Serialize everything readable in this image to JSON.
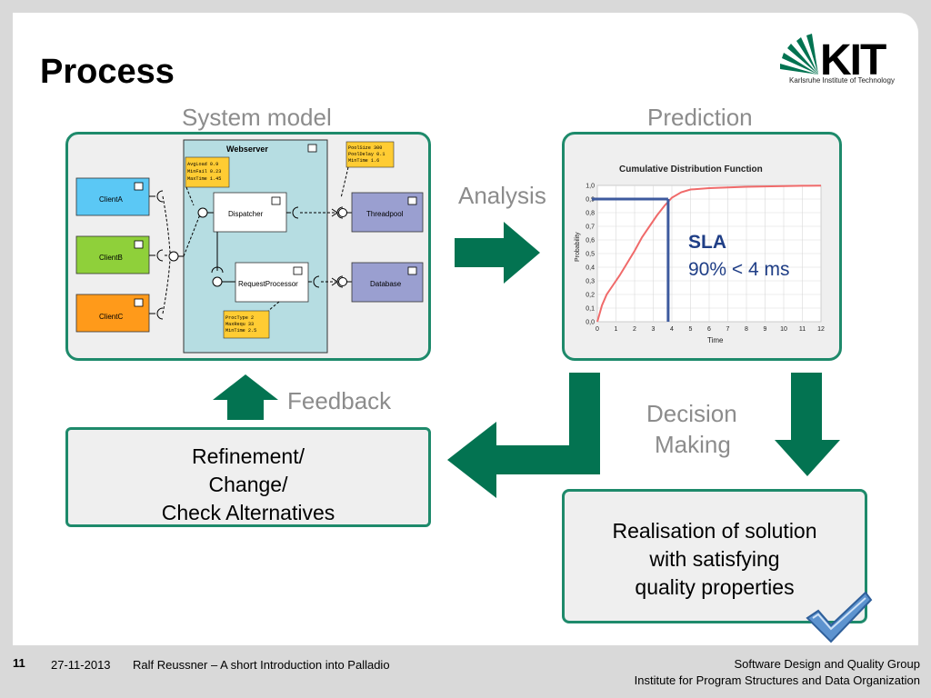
{
  "slide": {
    "title": "Process",
    "logo": {
      "text": "KIT",
      "subtitle": "Karlsruhe Institute of Technology"
    }
  },
  "labels": {
    "system_model": "System model",
    "prediction": "Prediction",
    "analysis": "Analysis",
    "feedback": "Feedback",
    "decision_making_line1": "Decision",
    "decision_making_line2": "Making"
  },
  "system_model": {
    "webserver": "Webserver",
    "clients": [
      "ClientA",
      "ClientB",
      "ClientC"
    ],
    "dispatcher": "Dispatcher",
    "request_processor": "RequestProcessor",
    "threadpool": "Threadpool",
    "database": "Database",
    "note_webserver": [
      "AvgLoad 0.9",
      "MinFail 0.23",
      "MaxTime 1.45"
    ],
    "note_threadpool": [
      "PoolSize  300",
      "PoolDelay 0.1",
      "MinTime   1.6"
    ],
    "note_processor": [
      "ProcType 2",
      "MaxRequ  33",
      "MinTime  2.5"
    ],
    "colors": {
      "clientA": "#5bc8f5",
      "clientB": "#8fd03a",
      "clientC": "#ff9a1a",
      "webserver": "#b6dde2",
      "resources": "#9a9fd0",
      "note": "#ffcc33"
    }
  },
  "chart_data": {
    "type": "line",
    "title": "Cumulative Distribution Function",
    "xlabel": "Time",
    "ylabel": "Probability",
    "xlim": [
      0,
      12
    ],
    "ylim": [
      0,
      1.0
    ],
    "xticks": [
      "0",
      "1",
      "2",
      "3",
      "4",
      "5",
      "6",
      "7",
      "8",
      "9",
      "10",
      "11",
      "12"
    ],
    "yticks": [
      "0,0",
      "0,1",
      "0,2",
      "0,3",
      "0,4",
      "0,5",
      "0,6",
      "0,7",
      "0,8",
      "0,9",
      "1,0"
    ],
    "grid": true,
    "series": [
      {
        "x": [
          0,
          0.25,
          0.5,
          0.8,
          1.2,
          1.6,
          2.0,
          2.4,
          2.8,
          3.2,
          3.6,
          4.0,
          4.5,
          5.0,
          6.0,
          7.0,
          8.0,
          9.0,
          10.0,
          11.0,
          12.0
        ],
        "y": [
          0.0,
          0.12,
          0.2,
          0.26,
          0.34,
          0.43,
          0.52,
          0.62,
          0.7,
          0.78,
          0.85,
          0.91,
          0.95,
          0.97,
          0.98,
          0.985,
          0.99,
          0.993,
          0.995,
          0.997,
          0.998
        ]
      }
    ],
    "sla_marker": {
      "x": 3.8,
      "y": 0.9
    },
    "annotation": {
      "title": "SLA",
      "text": "90% < 4 ms"
    },
    "colors": {
      "line": "#f06a6a",
      "marker": "#3d5a9e",
      "grid": "#d9d9d9",
      "plot_bg": "#ffffff"
    }
  },
  "boxes": {
    "refinement": [
      "Refinement/",
      "Change/",
      "Check Alternatives"
    ],
    "realisation": [
      "Realisation of solution",
      "with satisfying",
      "quality properties"
    ]
  },
  "footer": {
    "page": "11",
    "date": "27-11-2013",
    "author": "Ralf Reussner – A short Introduction into Palladio",
    "group": "Software Design and Quality Group",
    "institute": "Institute for Program Structures and Data Organization"
  },
  "colors": {
    "accent_green": "#037351",
    "box_border": "#1e8a6b",
    "label_gray": "#8c8c8c",
    "check_blue": "#4f86c6"
  }
}
